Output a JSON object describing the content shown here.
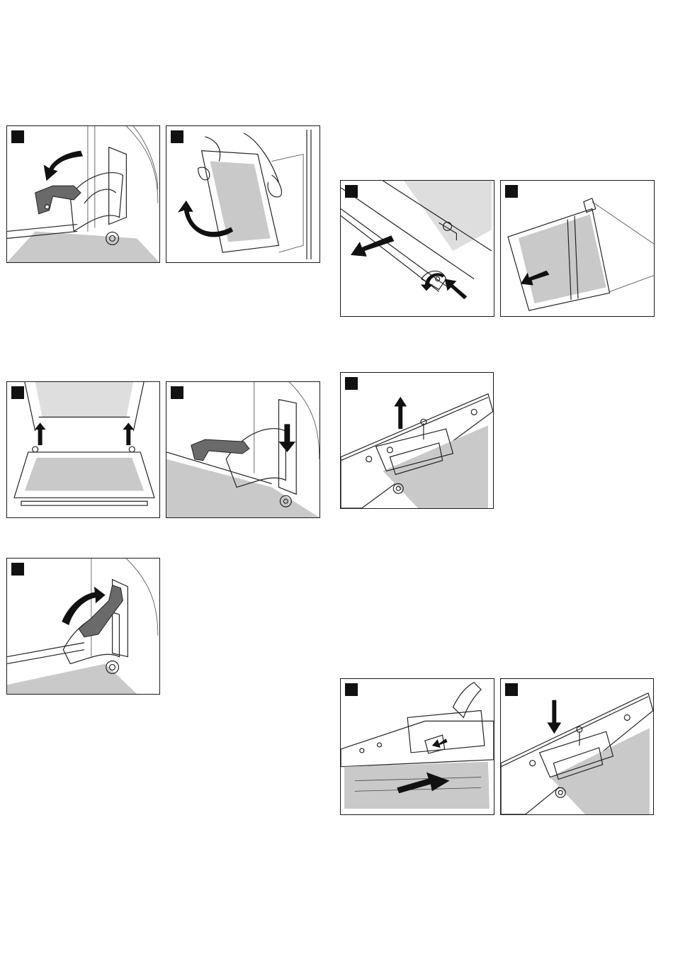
{
  "page": {
    "panels": [
      {
        "id": "hinge-unlock",
        "step_marker": "",
        "icon": "hinge-lever-lowered"
      },
      {
        "id": "door-lift-off",
        "step_marker": "",
        "icon": "door-removal"
      },
      {
        "id": "door-reinsert",
        "step_marker": "",
        "icon": "door-hinge-insert"
      },
      {
        "id": "hinge-engage",
        "step_marker": "",
        "icon": "hinge-lever-down"
      },
      {
        "id": "hinge-lock",
        "step_marker": "",
        "icon": "hinge-lever-raised"
      },
      {
        "id": "door-strip-remove",
        "step_marker": "",
        "icon": "strip-release"
      },
      {
        "id": "glass-pane-remove",
        "step_marker": "",
        "icon": "pane-slide-out"
      },
      {
        "id": "screw-remove",
        "step_marker": "",
        "icon": "screw-lift"
      },
      {
        "id": "pane-slide-in",
        "step_marker": "",
        "icon": "pane-insert"
      },
      {
        "id": "screw-refit",
        "step_marker": "",
        "icon": "screw-insert"
      }
    ],
    "colors": {
      "line": "#222222",
      "fill_gray": "#c9c9c9",
      "marker": "#111111",
      "background": "#ffffff"
    }
  }
}
